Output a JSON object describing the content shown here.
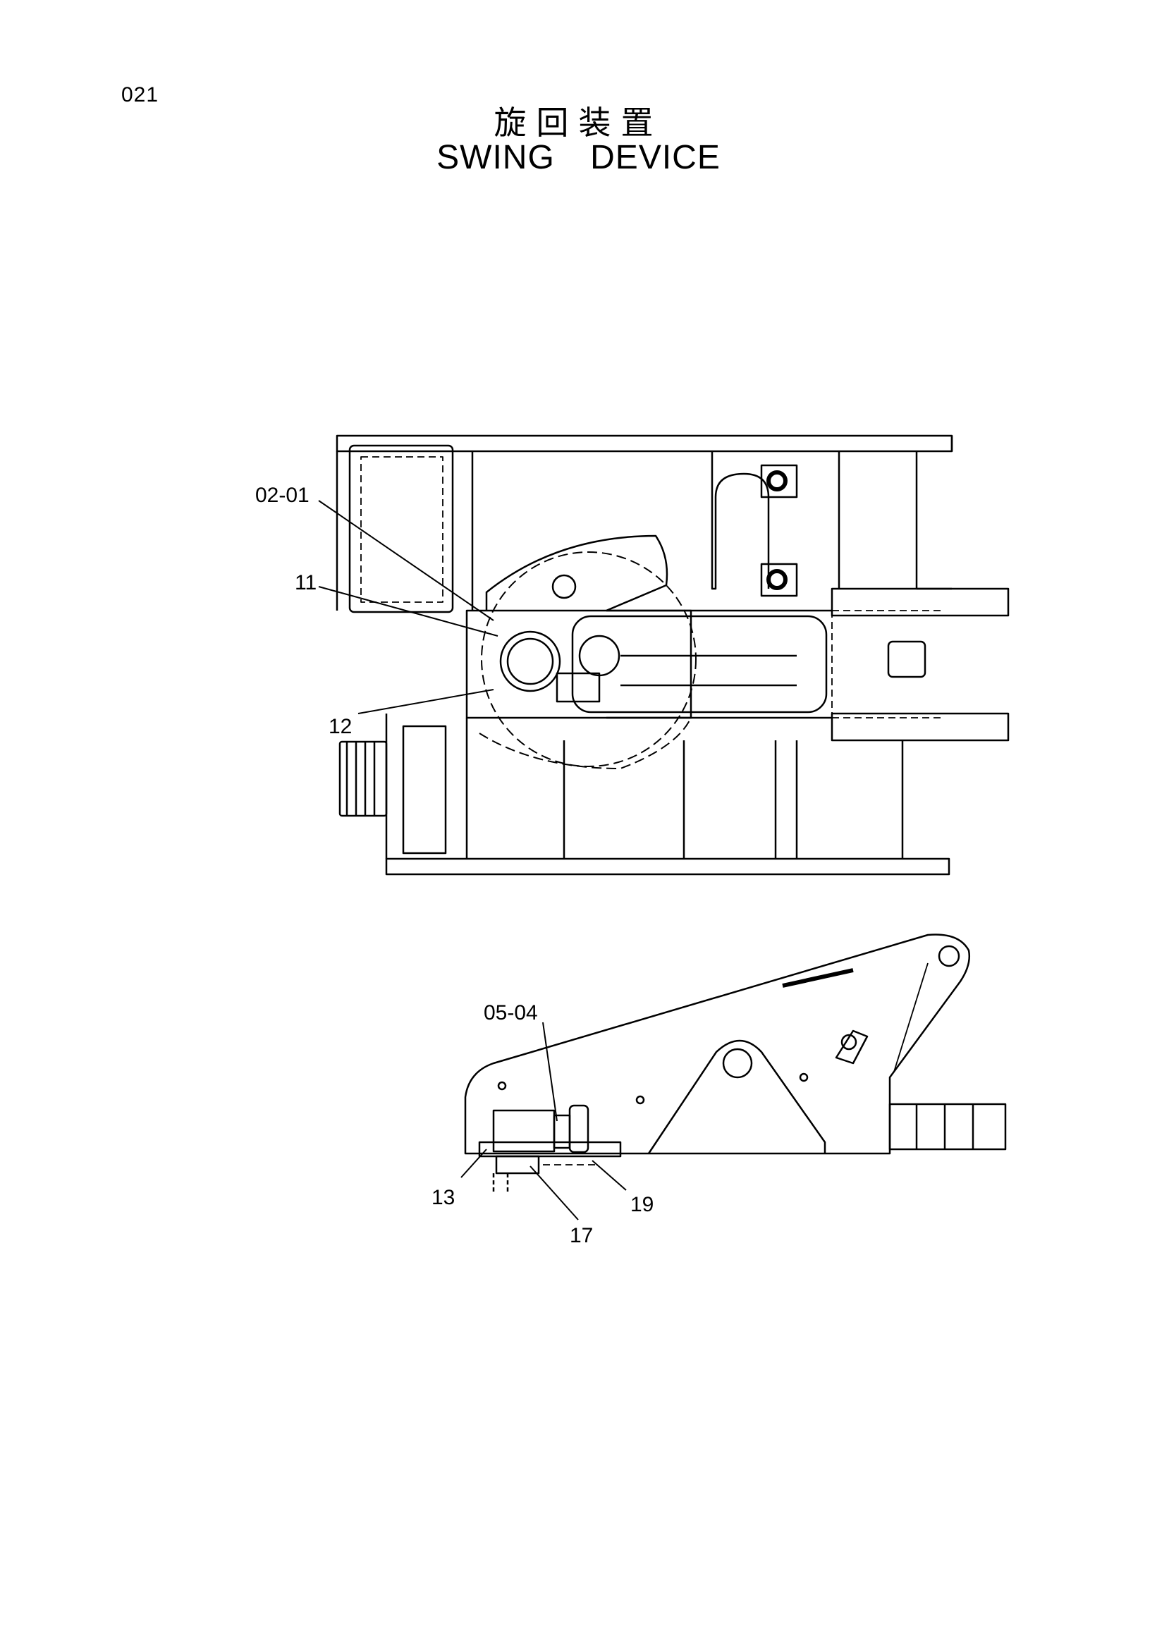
{
  "header": {
    "page_number": "021",
    "title_jp": "旋回装置",
    "title_en": "SWING   DEVICE"
  },
  "callouts": {
    "c0201": "02-01",
    "c11": "11",
    "c12": "12",
    "c0504": "05-04",
    "c13": "13",
    "c17": "17",
    "c19": "19"
  },
  "colors": {
    "ink": "#000000",
    "paper": "#ffffff"
  }
}
